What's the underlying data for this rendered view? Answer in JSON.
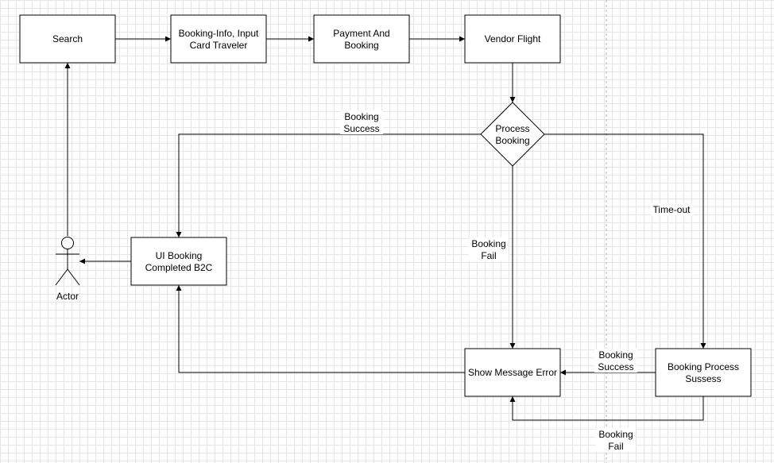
{
  "nodes": {
    "search": "Search",
    "booking_info": [
      "Booking-Info, Input",
      "Card Traveler"
    ],
    "payment": [
      "Payment And",
      "Booking"
    ],
    "vendor": "Vendor Flight",
    "process": [
      "Process",
      "Booking"
    ],
    "ui_completed": [
      "UI Booking",
      "Completed B2C"
    ],
    "show_error": "Show Message Error",
    "booking_process": [
      "Booking Process",
      "Sussess"
    ],
    "actor": "Actor"
  },
  "edge_labels": {
    "booking_success_top": [
      "Booking",
      "Success"
    ],
    "booking_fail_mid": [
      "Booking",
      "Fail"
    ],
    "timeout": "Time-out",
    "booking_success_bottom": [
      "Booking",
      "Success"
    ],
    "booking_fail_bottom": [
      "Booking",
      "Fail"
    ]
  },
  "colors": {
    "stroke": "#000000",
    "fill": "#ffffff",
    "grid": "#e6e6e6",
    "divider": "#b0b0b0"
  }
}
